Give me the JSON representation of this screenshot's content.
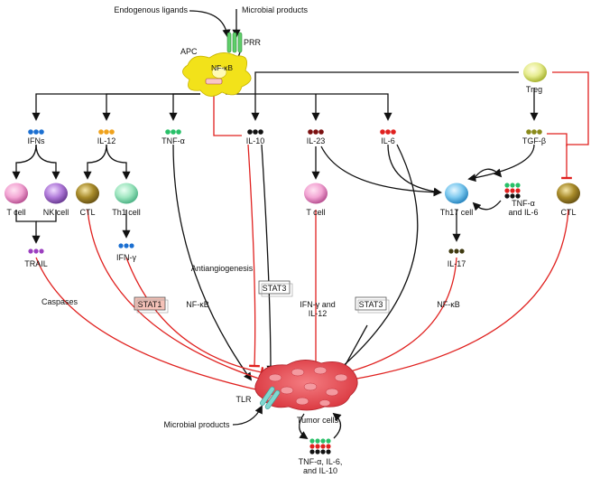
{
  "colors": {
    "activation": "#111111",
    "inhibition": "#e0211f",
    "tumor": "#e8434a",
    "apc": "#f2e21a",
    "receptor": "#5fcf6a",
    "tlr": "#7ed8d0",
    "stat1_fill": "#f5c2b8",
    "stat_box_border": "#555555"
  },
  "labels": {
    "endogenous_ligands": "Endogenous ligands",
    "microbial_products_top": "Microbial products",
    "prr": "PRR",
    "apc": "APC",
    "nfkb_apc": "NF-κB",
    "treg": "Treg",
    "ifns": "IFNs",
    "il12": "IL-12",
    "tnfa": "TNF-α",
    "il10": "IL-10",
    "il23": "IL-23",
    "il6": "IL-6",
    "tgfb": "TGF-β",
    "t_cell_left": "T cell",
    "nk_cell": "NK cell",
    "ctl_left": "CTL",
    "th1_cell": "Th1 cell",
    "t_cell_mid": "T cell",
    "th17_cell": "Th17 cell",
    "tnfa_il6_line1": "TNF-α",
    "tnfa_il6_line2": "and IL-6",
    "ctl_right": "CTL",
    "trail": "TRAIL",
    "ifng": "IFN-γ",
    "il17": "IL-17",
    "antiangiogenesis": "Antiangiogenesis",
    "stat3_a": "STAT3",
    "stat1": "STAT1",
    "stat3_b": "STAT3",
    "caspases": "Caspases",
    "nfkb_left": "NF-κB",
    "nfkb_right": "NF-κB",
    "ifng_il12_line1": "IFN-γ and",
    "ifng_il12_line2": "IL-12",
    "tlr": "TLR",
    "microbial_products_bottom": "Microbial products",
    "tumor_cells": "Tumor cells",
    "bottom_cyto_line1": "TNF-α, IL-6,",
    "bottom_cyto_line2": "and IL-10"
  }
}
